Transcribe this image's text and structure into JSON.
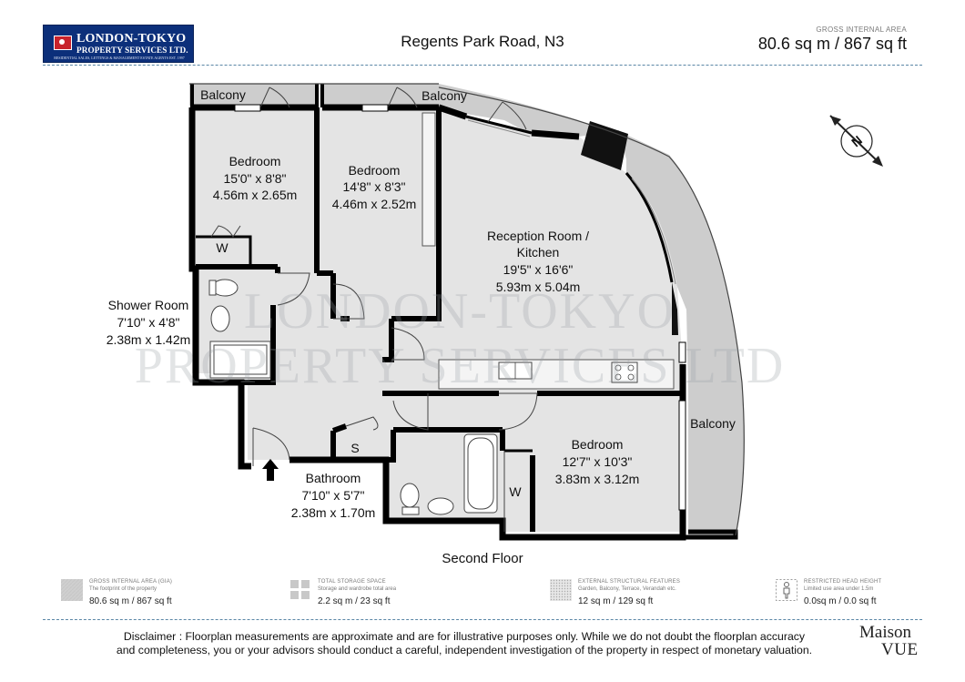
{
  "header": {
    "logo_line1": "LONDON-TOKYO",
    "logo_line2": "PROPERTY SERVICES LTD.",
    "logo_line3": "RESIDENTIAL SALES, LETTINGS & MANAGEMENT ESTATE AGENTS EST. 1997",
    "address": "Regents Park Road, N3",
    "area_heading": "GROSS INTERNAL AREA",
    "area_value": "80.6 sq m / 867 sq ft"
  },
  "plan": {
    "rooms": [
      {
        "id": "bedroom1",
        "lines": [
          "Bedroom",
          "15'0\" x 8'8\"",
          "4.56m x 2.65m"
        ]
      },
      {
        "id": "bedroom2",
        "lines": [
          "Bedroom",
          "14'8\" x 8'3\"",
          "4.46m x 2.52m"
        ]
      },
      {
        "id": "reception",
        "lines": [
          "Reception Room /",
          "Kitchen",
          "19'5\" x 16'6\"",
          "5.93m x 5.04m"
        ]
      },
      {
        "id": "shower",
        "lines": [
          "Shower Room",
          "7'10\" x 4'8\"",
          "2.38m x 1.42m"
        ]
      },
      {
        "id": "bathroom",
        "lines": [
          "Bathroom",
          "7'10\" x 5'7\"",
          "2.38m x 1.70m"
        ]
      },
      {
        "id": "bedroom3",
        "lines": [
          "Bedroom",
          "12'7\" x 10'3\"",
          "3.83m x 3.12m"
        ]
      }
    ],
    "balconies": [
      "Balcony",
      "Balcony",
      "Balcony"
    ],
    "wardrobe": "W",
    "storage": "S",
    "floor_label": "Second Floor",
    "watermark_line1": "LONDON-TOKYO",
    "watermark_line2": "PROPERTY SERVICES LTD",
    "compass": "N"
  },
  "legend": [
    {
      "title": "GROSS INTERNAL AREA (GIA)",
      "subtitle": "The footprint of the property",
      "value": "80.6 sq m / 867 sq ft"
    },
    {
      "title": "TOTAL STORAGE SPACE",
      "subtitle": "Storage and wardrobe total area",
      "value": "2.2 sq m / 23 sq ft"
    },
    {
      "title": "EXTERNAL STRUCTURAL FEATURES",
      "subtitle": "Garden, Balcony, Terrace, Verandah etc.",
      "value": "12 sq m / 129 sq ft"
    },
    {
      "title": "RESTRICTED HEAD HEIGHT",
      "subtitle": "Limited use area under 1.5m",
      "value": "0.0sq m / 0.0 sq ft"
    }
  ],
  "footer": {
    "disclaimer_line1": "Disclaimer : Floorplan measurements are approximate and are for illustrative purposes only. While we do not doubt the floorplan accuracy",
    "disclaimer_line2": "and completeness, you or your advisors should conduct a careful, independent investigation of the property in respect of monetary valuation.",
    "brand_line1": "Maison",
    "brand_line2": "VUE"
  }
}
